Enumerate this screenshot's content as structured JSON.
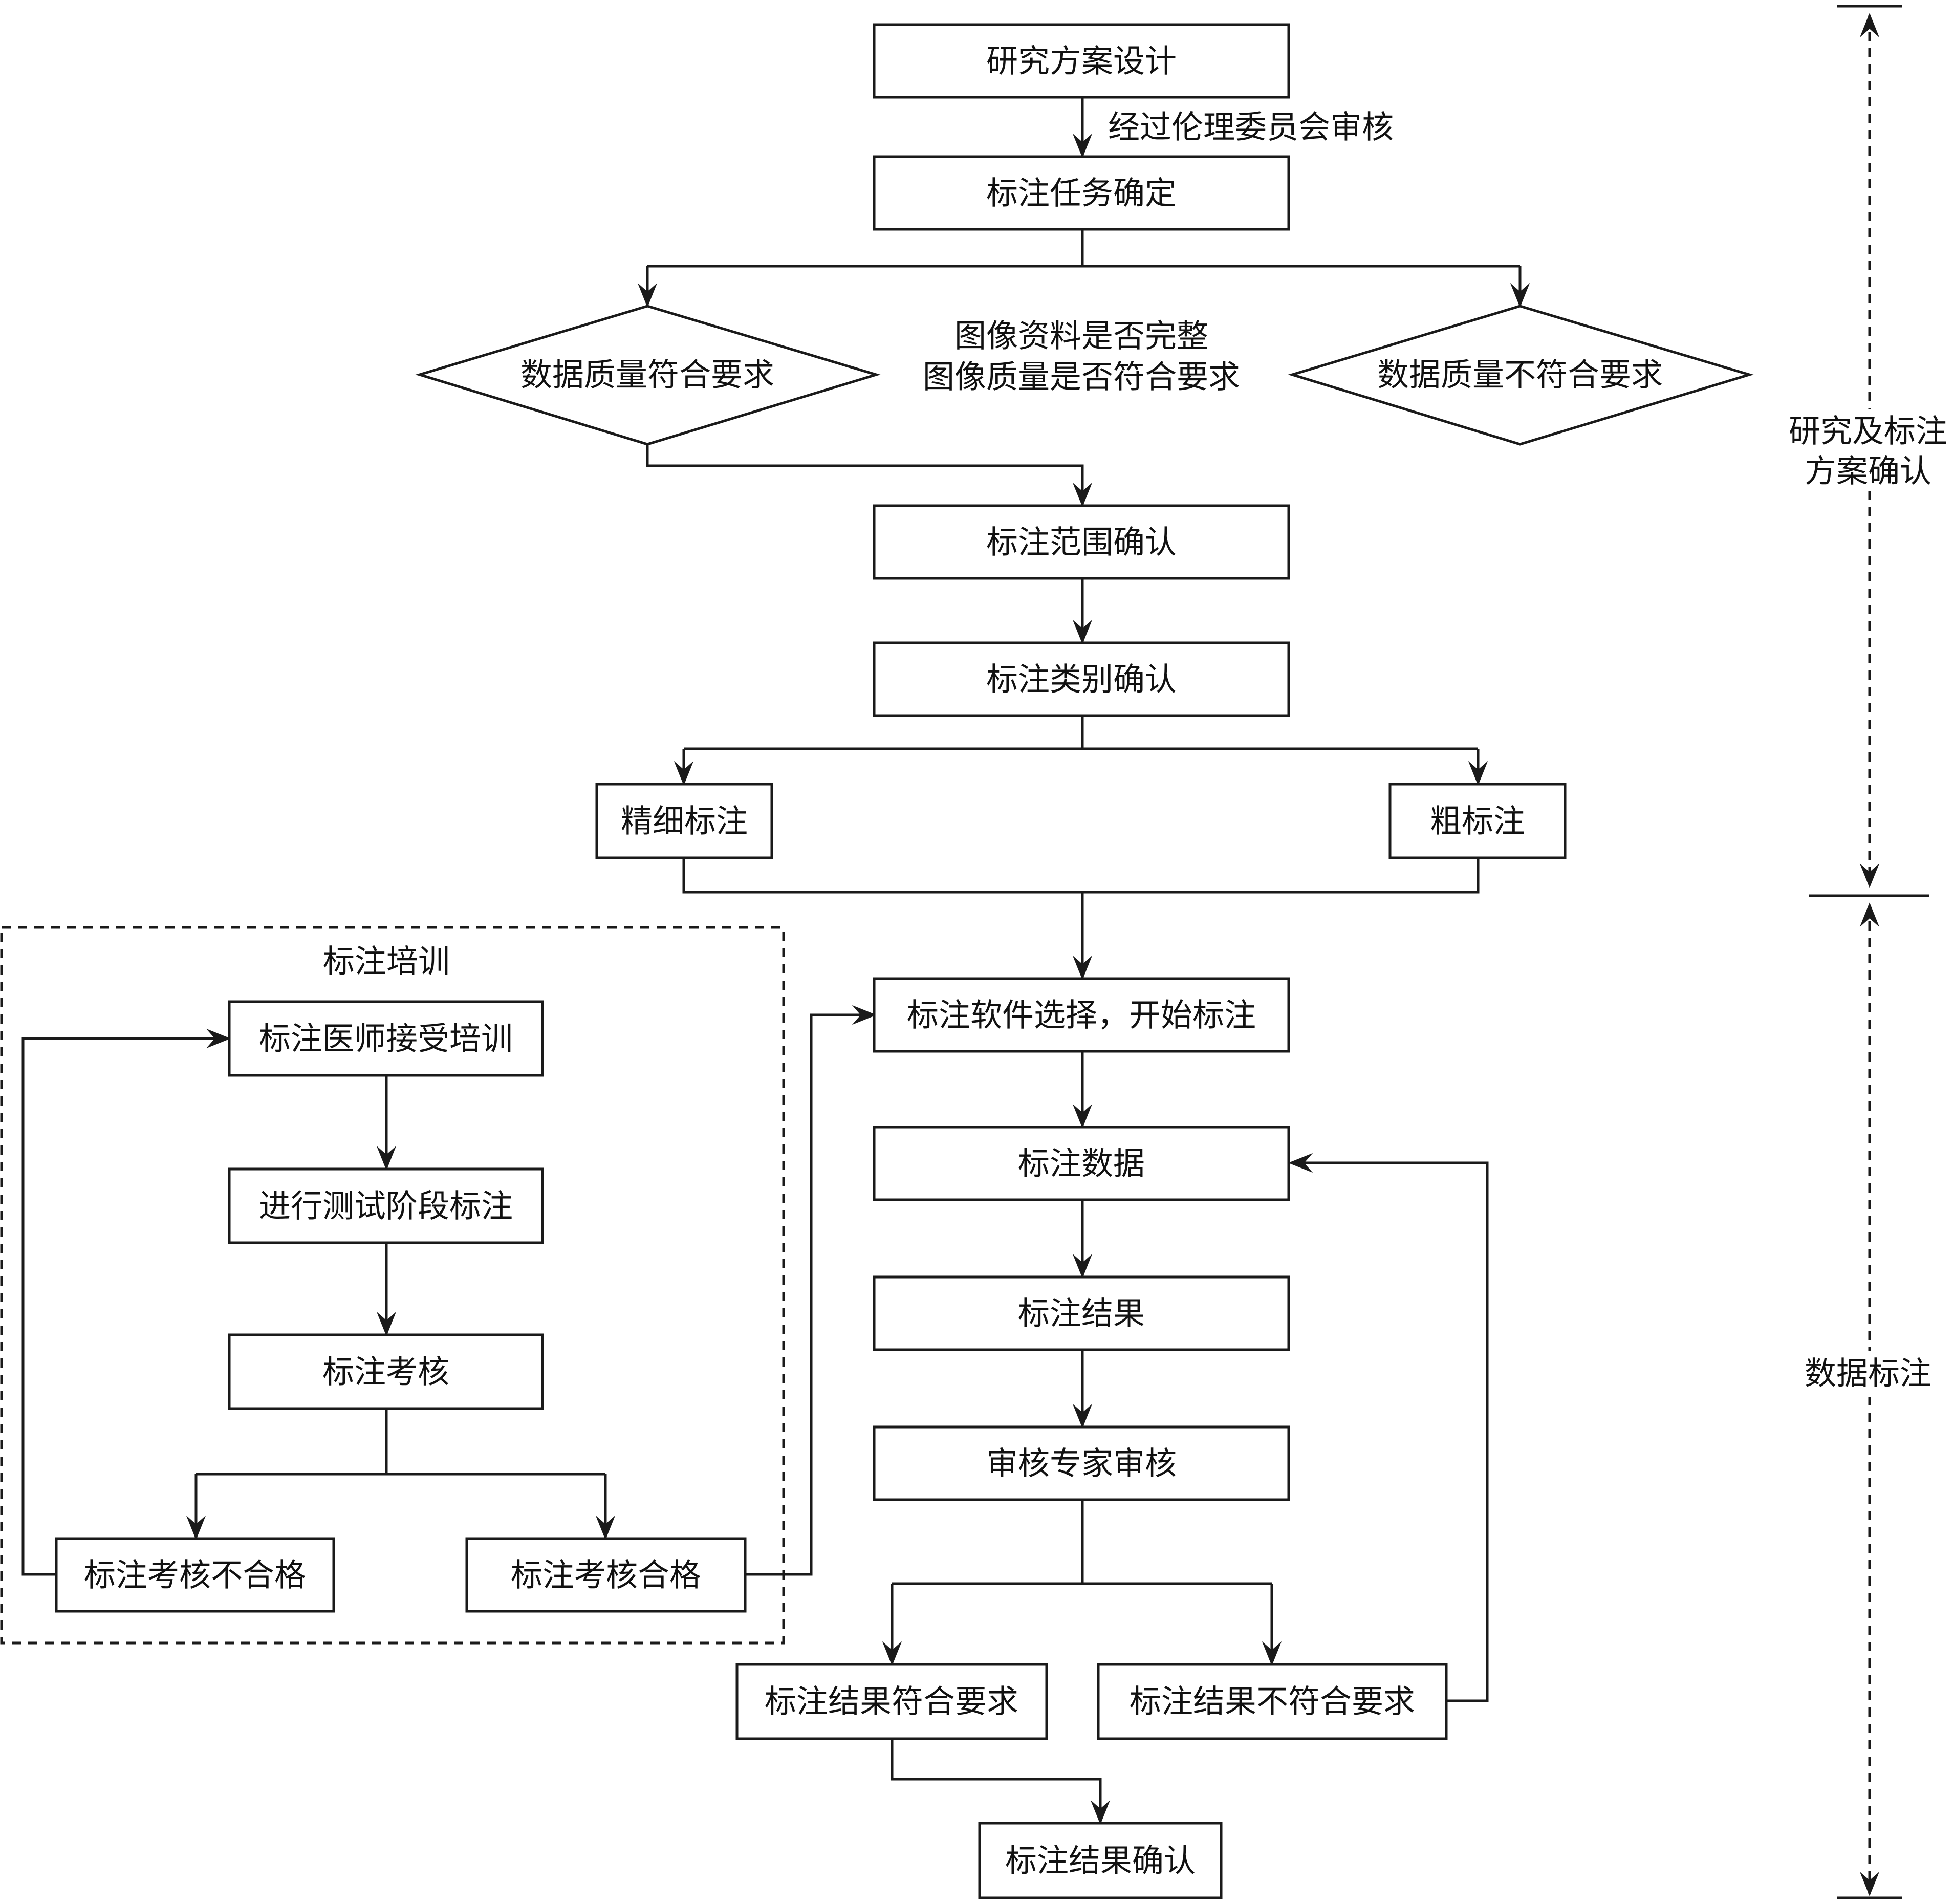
{
  "nodes": {
    "research_design": "研究方案设计",
    "task_define": "标注任务确定",
    "quality_ok": "数据质量符合要求",
    "quality_bad": "数据质量不符合要求",
    "scope_confirm": "标注范围确认",
    "category_confirm": "标注类别确认",
    "fine_label": "精细标注",
    "coarse_label": "粗标注",
    "software_start": "标注软件选择，开始标注",
    "label_data": "标注数据",
    "label_result": "标注结果",
    "expert_review": "审核专家审核",
    "result_ok": "标注结果符合要求",
    "result_bad": "标注结果不符合要求",
    "result_confirm": "标注结果确认",
    "doctor_training": "标注医师接受培训",
    "test_stage": "进行测试阶段标注",
    "assessment": "标注考核",
    "assess_fail": "标注考核不合格",
    "assess_pass": "标注考核合格"
  },
  "annotations": {
    "ethics": "经过伦理委员会审核",
    "quality_question_1": "图像资料是否完整",
    "quality_question_2": "图像质量是否符合要求"
  },
  "groups": {
    "training": "标注培训"
  },
  "phases": {
    "phase1_line1": "研究及标注",
    "phase1_line2": "方案确认",
    "phase2": "数据标注"
  }
}
